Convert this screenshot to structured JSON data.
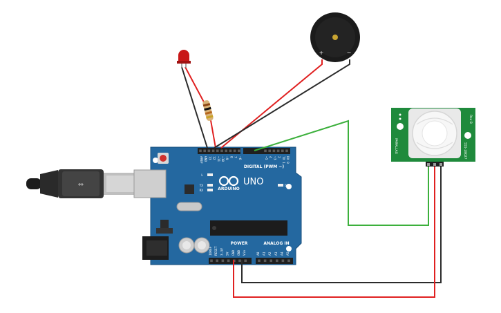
{
  "board": {
    "brand": "ARDUINO",
    "model": "UNO",
    "digital_label": "DIGITAL (PWM ~)",
    "power_label": "POWER",
    "analog_label": "ANALOG IN",
    "on_label": "ON",
    "l_label": "L",
    "tx_label": "TX",
    "rx_label": "RX",
    "digital_pins": [
      "AREF",
      "GND",
      "13",
      "12",
      "~11",
      "~10",
      "~9",
      "8",
      "7",
      "~6",
      "~5",
      "4",
      "~3",
      "2",
      "TX 1",
      "RX 0"
    ],
    "power_pins": [
      "IOREF",
      "RESET",
      "3.3V",
      "5V",
      "GND",
      "GND",
      "Vin"
    ],
    "analog_pins": [
      "A0",
      "A1",
      "A2",
      "A3",
      "A4",
      "A5"
    ]
  },
  "buzzer": {
    "plus": "+",
    "minus": "−"
  },
  "pir": {
    "label_left": "PARALLAX",
    "label_right": "555-28027",
    "label_top": "Rev B"
  },
  "colors": {
    "board": "#2468a0",
    "wire_red": "#e02020",
    "wire_black": "#2b2b2b",
    "wire_green": "#3cb03c",
    "pir_board": "#1f8a3c"
  }
}
